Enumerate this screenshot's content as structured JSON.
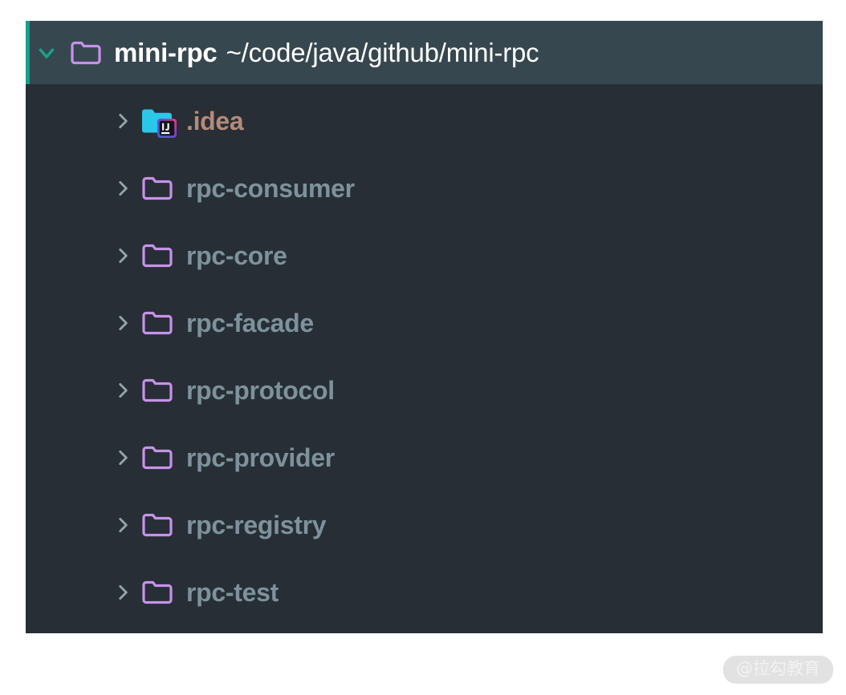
{
  "panel": {
    "background_color": "#272e35",
    "selected_row_color": "#37474f",
    "selection_accent_color": "#14a08a"
  },
  "header": {
    "name": "mini-rpc",
    "path": "~/code/java/github/mini-rpc",
    "expanded": true,
    "chevron_icon": "chevron-down-icon",
    "folder_icon": "folder-icon",
    "folder_color": "#c792ea",
    "text_color": "#ffffff"
  },
  "tree": {
    "items": [
      {
        "label": ".idea",
        "icon": "idea-folder-icon",
        "icon_color": "#28c7e8",
        "text_color": "#b48a79",
        "kind": "excluded",
        "expanded": false,
        "chevron_icon": "chevron-right-icon"
      },
      {
        "label": "rpc-consumer",
        "icon": "folder-icon",
        "icon_color": "#c792ea",
        "text_color": "#7d929b",
        "kind": "module",
        "expanded": false,
        "chevron_icon": "chevron-right-icon"
      },
      {
        "label": "rpc-core",
        "icon": "folder-icon",
        "icon_color": "#c792ea",
        "text_color": "#7d929b",
        "kind": "module",
        "expanded": false,
        "chevron_icon": "chevron-right-icon"
      },
      {
        "label": "rpc-facade",
        "icon": "folder-icon",
        "icon_color": "#c792ea",
        "text_color": "#7d929b",
        "kind": "module",
        "expanded": false,
        "chevron_icon": "chevron-right-icon"
      },
      {
        "label": "rpc-protocol",
        "icon": "folder-icon",
        "icon_color": "#c792ea",
        "text_color": "#7d929b",
        "kind": "module",
        "expanded": false,
        "chevron_icon": "chevron-right-icon"
      },
      {
        "label": "rpc-provider",
        "icon": "folder-icon",
        "icon_color": "#c792ea",
        "text_color": "#7d929b",
        "kind": "module",
        "expanded": false,
        "chevron_icon": "chevron-right-icon"
      },
      {
        "label": "rpc-registry",
        "icon": "folder-icon",
        "icon_color": "#c792ea",
        "text_color": "#7d929b",
        "kind": "module",
        "expanded": false,
        "chevron_icon": "chevron-right-icon"
      },
      {
        "label": "rpc-test",
        "icon": "folder-icon",
        "icon_color": "#c792ea",
        "text_color": "#7d929b",
        "kind": "module",
        "expanded": false,
        "chevron_icon": "chevron-right-icon"
      }
    ]
  },
  "watermark": {
    "text": "@拉勾教育"
  }
}
